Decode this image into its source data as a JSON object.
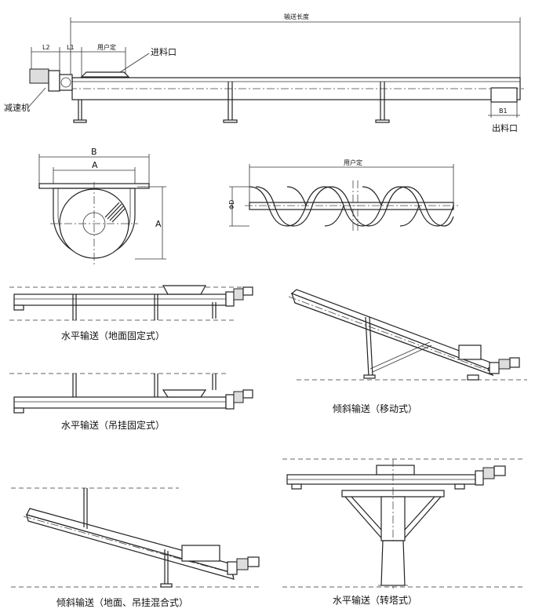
{
  "top_view": {
    "total_length": "输送长度",
    "l2": "L2",
    "l1": "L1",
    "custom": "用户定",
    "inlet": "进料口",
    "reducer": "减速机",
    "b1": "B1",
    "outlet": "出料口"
  },
  "section_view": {
    "b": "B",
    "a": "A",
    "a_side": "A"
  },
  "screw_view": {
    "custom": "用户定",
    "phi": "ΦD"
  },
  "captions": {
    "horizontal_ground": "水平输送（地面固定式）",
    "horizontal_hanging": "水平输送（吊挂固定式）",
    "inclined_mobile": "倾斜输送（移动式）",
    "inclined_mixed": "倾斜输送（地面、吊挂混合式）",
    "horizontal_tower": "水平输送（转塔式）"
  }
}
